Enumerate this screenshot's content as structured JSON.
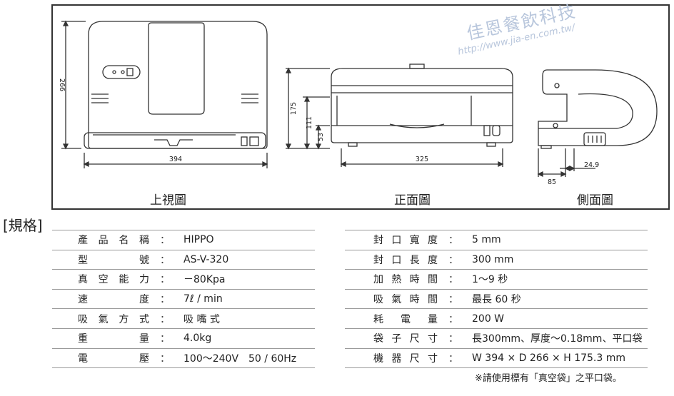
{
  "views": {
    "top": {
      "caption": "上視圖",
      "dim_width": "394",
      "dim_height": "266"
    },
    "front": {
      "caption": "正面圖",
      "dim_width": "325",
      "dim_height_total": "175",
      "dim_height_mid": "111",
      "dim_height_low": "53"
    },
    "side": {
      "caption": "側面圖",
      "dim_depth": "85",
      "dim_small": "24.9"
    }
  },
  "watermark": {
    "company": "佳恩餐飲科技",
    "url": "http://www.jia-en.com.tw/"
  },
  "spec_heading": "[規格]",
  "specs_left": [
    {
      "label": "產品名稱",
      "value": "HIPPO"
    },
    {
      "label": "型號",
      "value": "AS-V-320"
    },
    {
      "label": "真空能力",
      "value": "－80Kpa"
    },
    {
      "label": "速度",
      "value": "7ℓ / min"
    },
    {
      "label": "吸氣方式",
      "value": "吸 嘴 式"
    },
    {
      "label": "重量",
      "value": "4.0kg"
    },
    {
      "label": "電壓",
      "value": "100～240V　50 / 60Hz"
    }
  ],
  "specs_right": [
    {
      "label": "封口寬度",
      "value": "5 mm"
    },
    {
      "label": "封口長度",
      "value": "300 mm"
    },
    {
      "label": "加熱時間",
      "value": "1～9 秒"
    },
    {
      "label": "吸氣時間",
      "value": "最長 60 秒"
    },
    {
      "label": "耗電量",
      "value": "200 W"
    },
    {
      "label": "袋子尺寸",
      "value": "長300mm、厚度～0.18mm、平口袋"
    },
    {
      "label": "機器尺寸",
      "value": "W 394 × D 266 × H 175.3 mm"
    }
  ],
  "colon": "：",
  "note": "※請使用標有「真空袋」之平口袋。"
}
